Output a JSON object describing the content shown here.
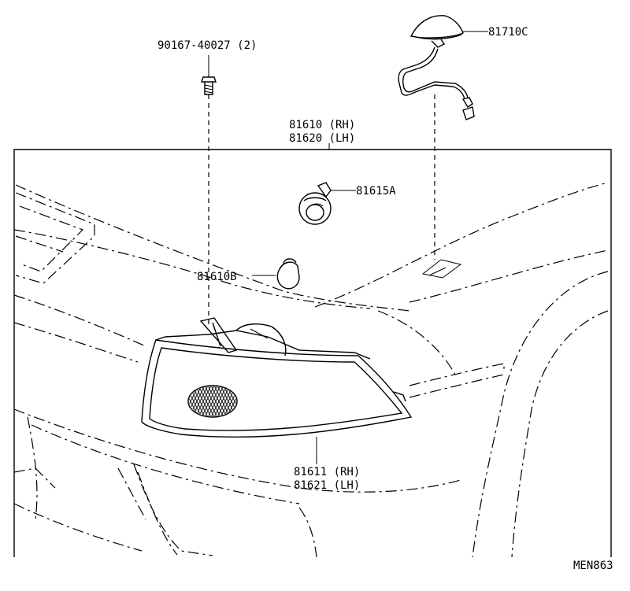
{
  "diagram": {
    "labels": {
      "bolt": "90167-40027 (2)",
      "lamp_assy_rh": "81610 (RH)",
      "lamp_assy_lh": "81620 (LH)",
      "socket": "81615A",
      "bulb": "81610B",
      "lens_rh": "81611 (RH)",
      "lens_lh": "81621 (LH)",
      "antenna_lamp": "81710C"
    },
    "figure_code": "MEN863"
  }
}
